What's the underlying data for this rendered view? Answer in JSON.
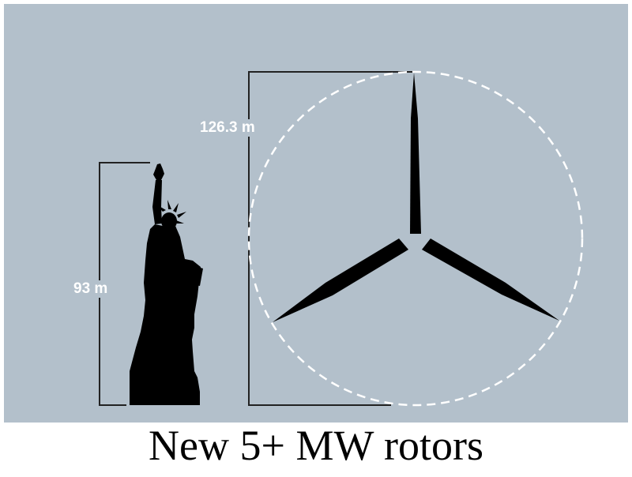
{
  "diagram": {
    "background_color": "#b3c0cb",
    "statue": {
      "height_label": "93 m"
    },
    "rotor": {
      "diameter_label": "126.3 m",
      "circle_style": "dashed",
      "circle_color": "#ffffff"
    },
    "line_color": "#222222",
    "silhouette_color": "#000000"
  },
  "caption": "New 5+ MW rotors"
}
